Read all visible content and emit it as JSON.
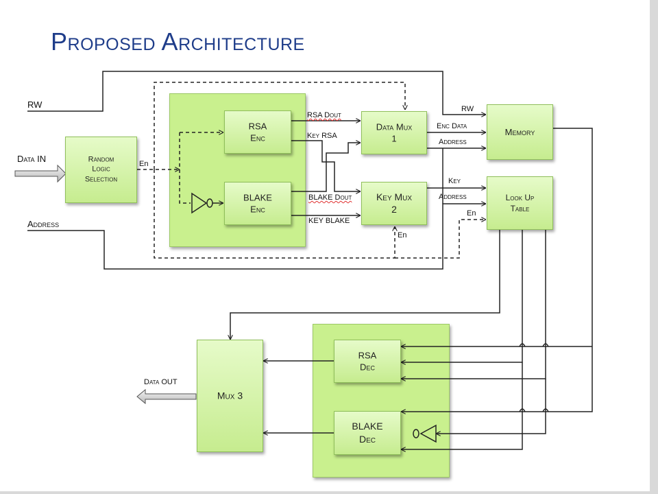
{
  "title": "Proposed Architecture",
  "blocks": {
    "random_logic": [
      "Random",
      "Logic",
      "Selection"
    ],
    "rsa_enc": [
      "RSA",
      "Enc"
    ],
    "blake_enc": [
      "BLAKE",
      "Enc"
    ],
    "data_mux": [
      "Data Mux",
      "1"
    ],
    "key_mux": [
      "Key Mux",
      "2"
    ],
    "memory": [
      "Memory"
    ],
    "lookup_table": [
      "Look Up",
      "Table"
    ],
    "mux3": [
      "Mux 3"
    ],
    "rsa_dec": [
      "RSA",
      "Dec"
    ],
    "blake_dec": [
      "BLAKE",
      "Dec"
    ]
  },
  "signals": {
    "rw_in": "RW",
    "data_in": "Data IN",
    "address_in": "Address",
    "en_random": "En",
    "rsa_dout": "RSA Dout",
    "key_rsa": "Key  RSA",
    "blake_dout": "BLAKE Dout",
    "key_blake": "KEY  BLAKE",
    "en_keymux": "En",
    "rw_mem": "RW",
    "enc_data": "Enc Data",
    "address_mem": "Address",
    "key_lut": "Key",
    "address_lut": "Address",
    "en_lut": "En",
    "data_out": "Data OUT"
  }
}
